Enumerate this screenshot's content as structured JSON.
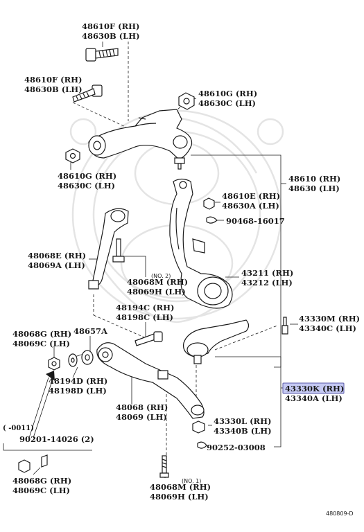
{
  "labels": {
    "top_bolt_rh": "48610F (RH)",
    "top_bolt_lh": "48630B (LH)",
    "left_bolt_rh": "48610F (RH)",
    "left_bolt_lh": "48630B (LH)",
    "top_bushing_rh": "48610G (RH)",
    "top_bushing_lh": "48630C (LH)",
    "upper_arm_bushing_rh": "48610G (RH)",
    "upper_arm_bushing_lh": "48630C (LH)",
    "upper_arm_rh": "48610 (RH)",
    "upper_arm_lh": "48630 (LH)",
    "upper_nut_rh": "48610E (RH)",
    "upper_nut_lh": "48630A (LH)",
    "cotter_pin_upper": "90468-16017",
    "strut_rod_rh": "48068E (RH)",
    "strut_rod_lh": "48069A (LH)",
    "no2_tag": "(NO. 2)",
    "strut_bolt_no2_rh": "48068M (RH)",
    "strut_bolt_no2_lh": "48069H (LH)",
    "knuckle_rh": "43211 (RH)",
    "knuckle_lh": "43212 (LH)",
    "bolt_48194c": "48194C (RH)",
    "bolt_48198c": "48198C (LH)",
    "bolt_43330m": "43330M (RH)",
    "bolt_43340c": "43340C (LH)",
    "nut_48068g_rh": "48068G (RH)",
    "nut_48069c_lh": "48069C (LH)",
    "washer_48657a": "48657A",
    "bushing_48194d": "48194D (RH)",
    "bushing_48198d": "48198D (LH)",
    "ball_joint_rh": "43330K (RH)",
    "ball_joint_lh": "43340A (LH)",
    "lower_arm_rh": "48068 (RH)",
    "lower_arm_lh": "48069 (LH)",
    "lower_nut_rh": "43330L (RH)",
    "lower_nut_lh": "43340B (LH)",
    "cotter_pin_lower": "90252-03008",
    "date_range": "(       -0011)",
    "bolt_90201": "90201-14026 (2)",
    "bottom_nut_rh": "48068G (RH)",
    "bottom_nut_lh": "48069C (LH)",
    "no1_tag": "(NO. 1)",
    "bottom_bolt_rh": "48068M (RH)",
    "bottom_bolt_lh": "48069H (LH)",
    "figure_code": "480809-D"
  },
  "colors": {
    "highlight_fill": "#c5c9f3",
    "highlight_border": "#5a5aa8"
  }
}
